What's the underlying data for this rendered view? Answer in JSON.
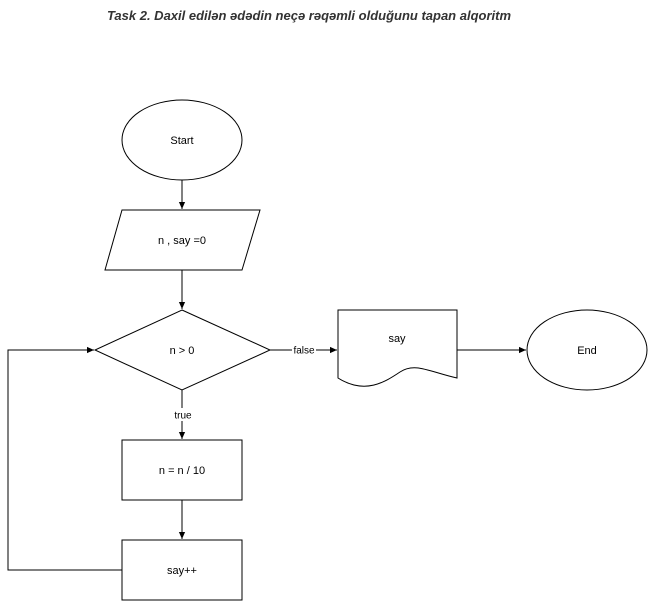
{
  "diagram": {
    "title": "Task 2. Daxil edilən ədədin neçə rəqəmli olduğunu tapan  alqoritm",
    "nodes": {
      "start": "Start",
      "input": "n ,  say =0",
      "condition": "n > 0",
      "divide": "n = n / 10",
      "increment": "say++",
      "output": "say",
      "end": "End"
    },
    "edge_labels": {
      "false": "false",
      "true": "true"
    },
    "colors": {
      "stroke": "#000000",
      "fill": "#ffffff",
      "title": "#333333"
    }
  }
}
